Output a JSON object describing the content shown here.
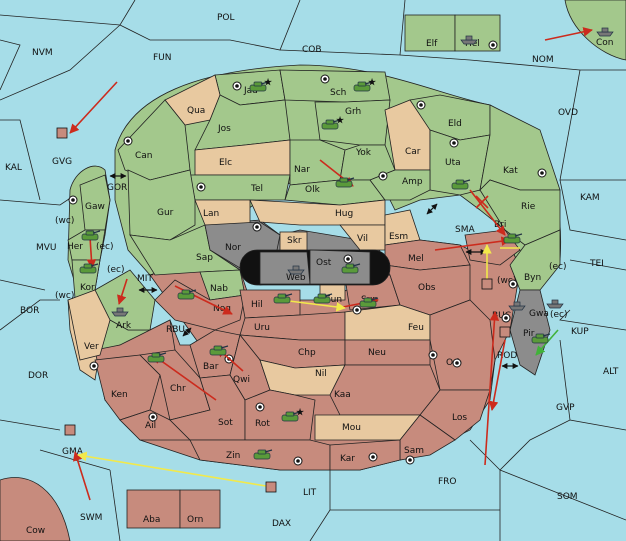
{
  "colors": {
    "sea": "#a6dde8",
    "green": "#a3c88c",
    "tan": "#e8c9a0",
    "red": "#c78b7d",
    "grey": "#8c8c8c",
    "black": "#111111",
    "order_move": "#cc2b1d",
    "order_support": "#f2e94b",
    "order_green": "#41b23a"
  },
  "icons": {
    "army": "tank-icon",
    "fleet": "ship-icon",
    "supply_center": "supply-center-dot-icon",
    "star": "star-icon",
    "two_way": "double-arrow-icon"
  },
  "labels": {
    "POL": "POL",
    "NVM": "NVM",
    "FUN": "FUN",
    "COB": "COB",
    "NOM": "NOM",
    "OVD": "OVD",
    "KAL": "KAL",
    "KAM": "KAM",
    "MVU": "MVU",
    "TEI": "TEI",
    "BOR": "BOR",
    "KUP": "KUP",
    "DOR": "DOR",
    "ALT": "ALT",
    "GVP": "GVP",
    "FRO": "FRO",
    "SOM": "SOM",
    "SWM": "SWM",
    "LIT": "LIT",
    "DAX": "DAX",
    "GOR": "GOR",
    "MIT": "MIT",
    "RBU": "RBU",
    "SMA": "SMA",
    "BUC": "BUC",
    "ROD": "ROD",
    "Elf": "Elf",
    "Hel": "Hel",
    "Con": "Con",
    "GVG": "GVG",
    "GMA": "GMA",
    "Cow": "Cow",
    "Aba": "Aba",
    "Orn": "Orn",
    "Jad": "Jad",
    "Sch": "Sch",
    "Qua": "Qua",
    "Jos": "Jos",
    "Grh": "Grh",
    "Can": "Can",
    "Elc": "Elc",
    "Nar": "Nar",
    "Yok": "Yok",
    "Car": "Car",
    "Eld": "Eld",
    "Uta": "Uta",
    "Kat": "Kat",
    "Gaw": "Gaw",
    "Tel": "Tel",
    "Olk": "Olk",
    "Amp": "Amp",
    "Gur": "Gur",
    "Lan": "Lan",
    "Hug": "Hug",
    "Rie": "Rie",
    "Her": "Her",
    "Nor": "Nor",
    "Skr": "Skr",
    "Vil": "Vil",
    "Esm": "Esm",
    "Bri": "Bri",
    "Kor": "Kor",
    "Sap": "Sap",
    "Web": "Web",
    "Ost": "Ost",
    "Mel": "Mel",
    "Byn": "Byn",
    "Nab": "Nab",
    "Eun": "Eun",
    "Obs": "Obs",
    "Hil": "Hil",
    "Sun": "Sun",
    "Gwa": "Gwa",
    "Ark": "Ark",
    "Nog": "Nog",
    "Uru": "Uru",
    "Feu": "Feu",
    "Pir": "Pir",
    "Ver": "Ver",
    "Chp": "Chp",
    "Neu": "Neu",
    "Bar": "Bar",
    "Orl": "Orl",
    "Qwi": "Qwi",
    "Nil": "Nil",
    "Ken": "Ken",
    "Chr": "Chr",
    "Kaa": "Kaa",
    "Los": "Los",
    "Ail": "Ail",
    "Sot": "Sot",
    "Rot": "Rot",
    "Mou": "Mou",
    "Sam": "Sam",
    "Zin": "Zin",
    "Kar": "Kar",
    "wc": "(wc)",
    "ec": "(ec)"
  }
}
